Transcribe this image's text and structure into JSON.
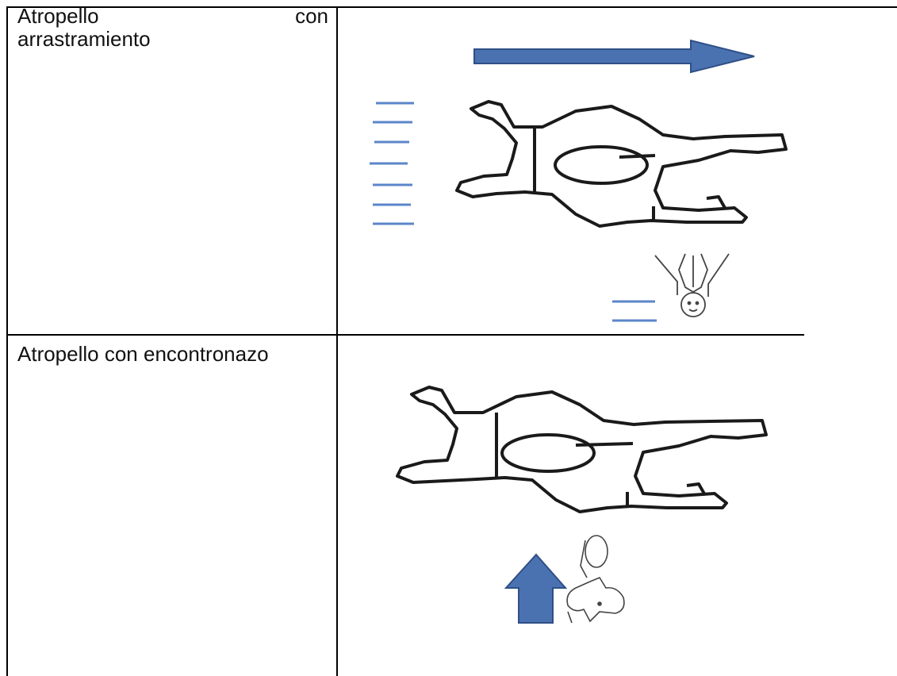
{
  "rows": [
    {
      "label_line1_word1": "Atropello",
      "label_line1_word2": "con",
      "label_line2": "arrastramiento",
      "figure": {
        "icons": [
          "car-topview-icon",
          "pedestrian-icon",
          "arrow-right-icon",
          "motion-lines-icon"
        ],
        "colors": {
          "arrow": "#4a72b0",
          "arrow_edge": "#2f4f86",
          "motion_lines": "#5b86c9",
          "outline": "#1a1a1a"
        }
      }
    },
    {
      "label": "Atropello con encontronazo",
      "figure": {
        "icons": [
          "car-topview-icon",
          "pedestrian-icon",
          "arrow-up-icon"
        ],
        "colors": {
          "arrow": "#4a72b0",
          "arrow_edge": "#2f4f86",
          "outline": "#1a1a1a"
        }
      }
    }
  ]
}
